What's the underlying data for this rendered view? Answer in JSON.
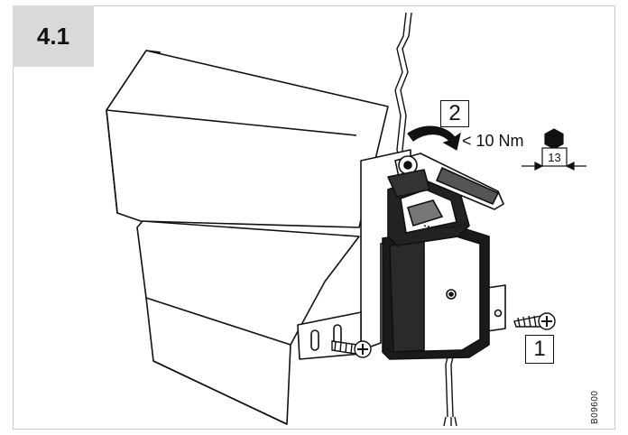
{
  "step_number": "4.1",
  "callouts": {
    "screw_step": "1",
    "tighten_step": "2"
  },
  "torque_label": "< 10 Nm",
  "wrench_size": "13",
  "document_code": "B09600",
  "colors": {
    "step_tab_bg": "#d9d9d9",
    "frame_border": "#c8c8c8",
    "line": "#111111"
  }
}
